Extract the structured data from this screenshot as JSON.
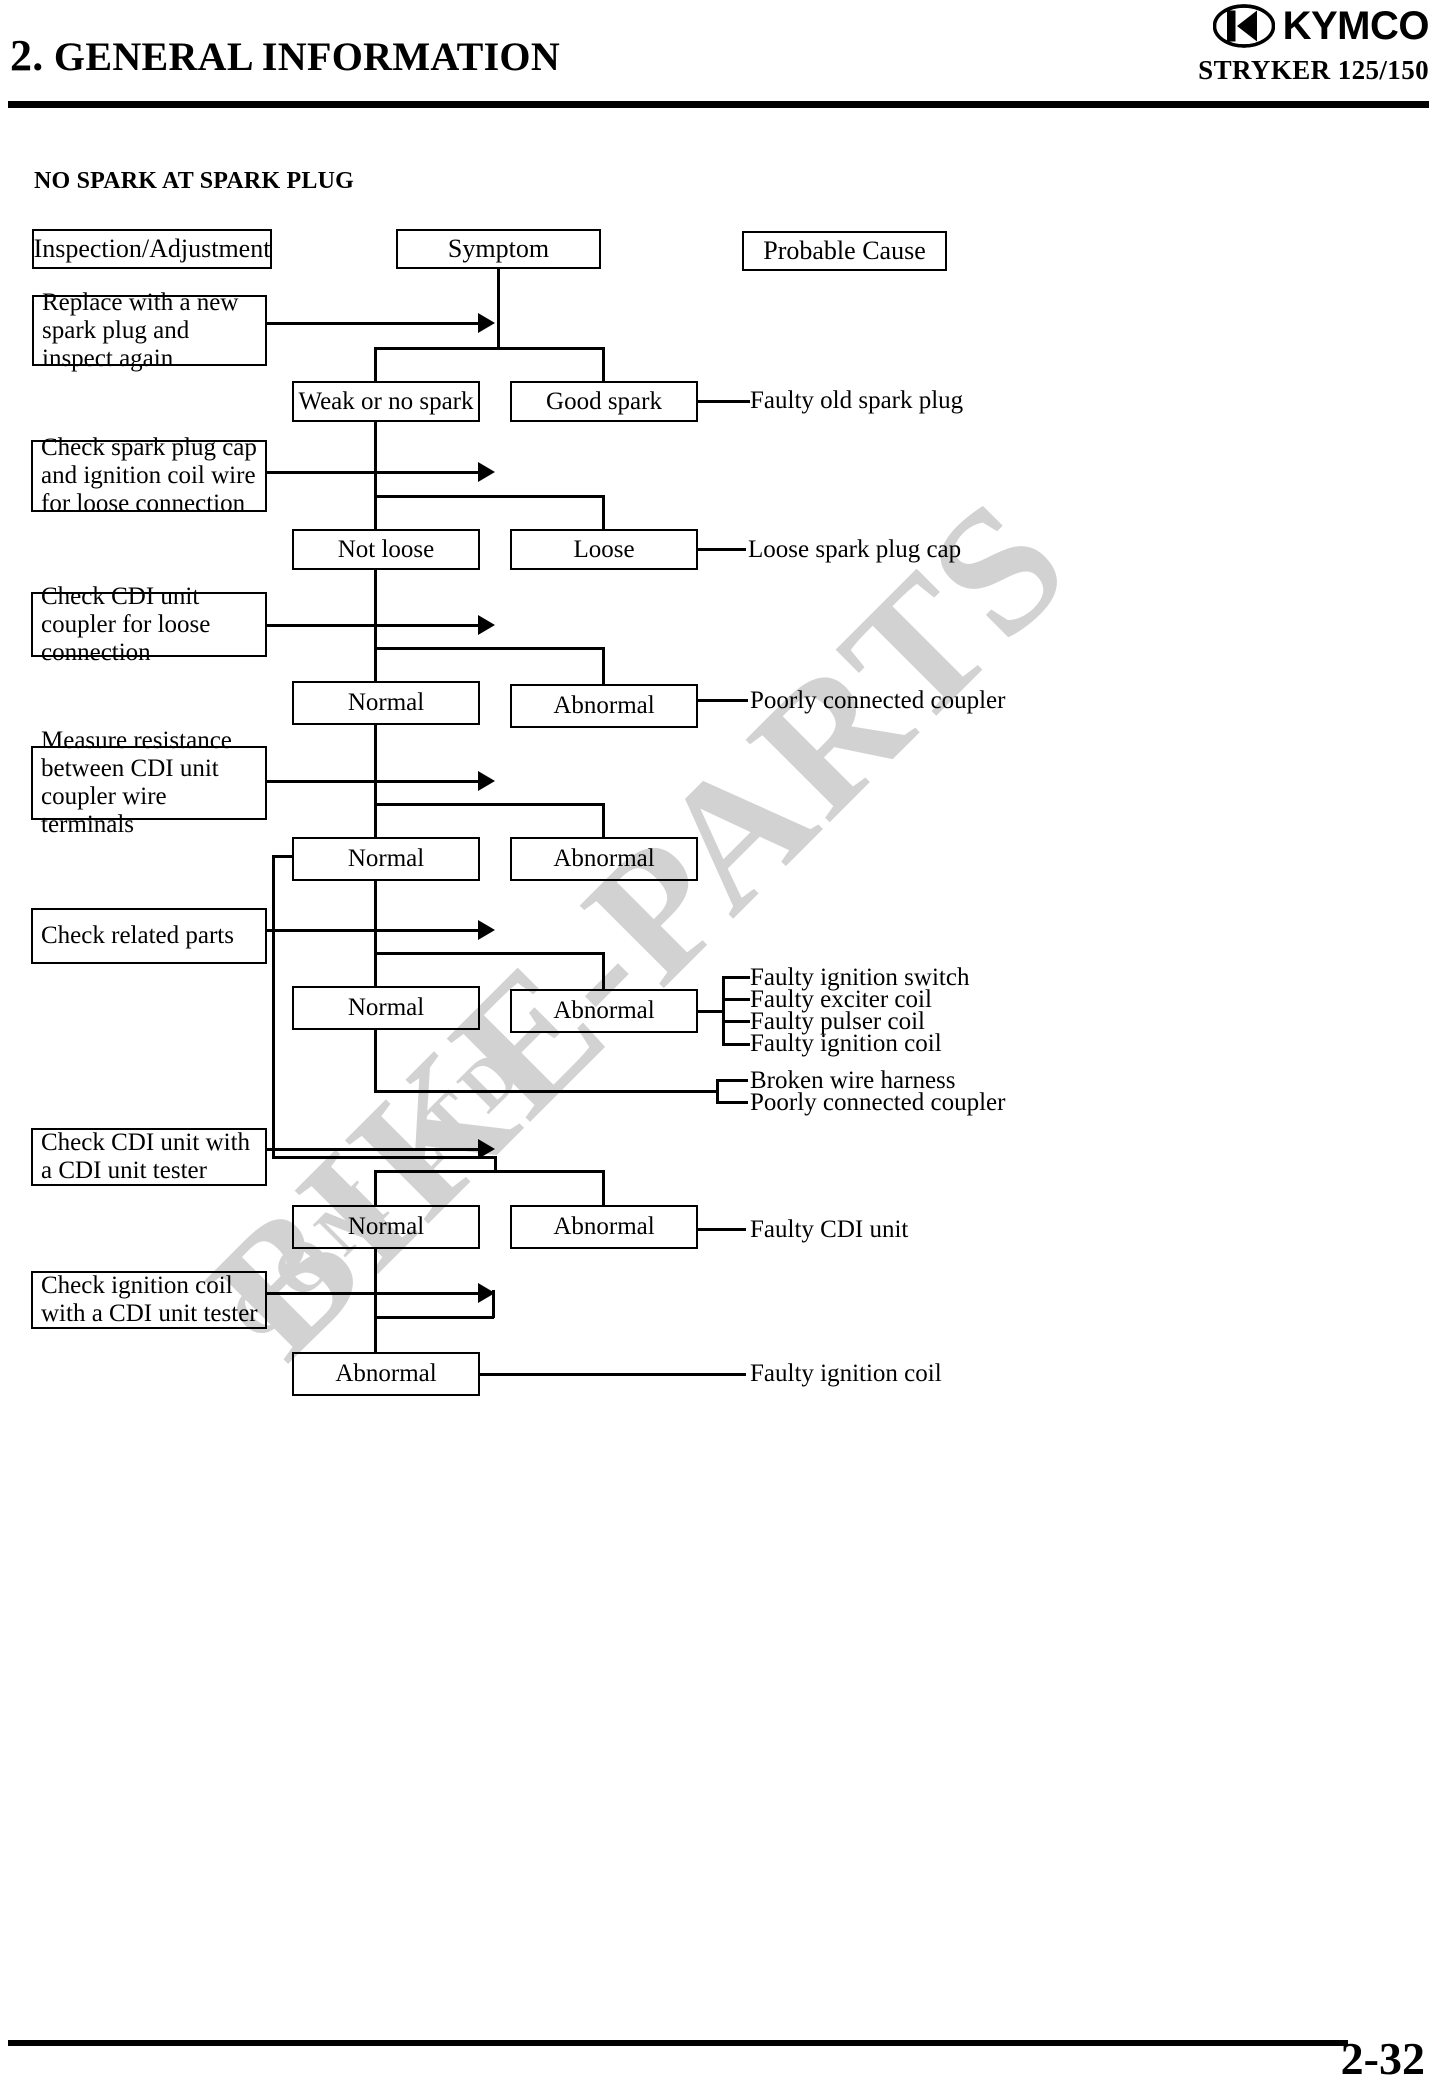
{
  "header": {
    "chapter_number": "2.",
    "chapter_title": "GENERAL INFORMATION",
    "model": "STRYKER 125/150",
    "brand": "KYMCO"
  },
  "footer": {
    "page_number": "2-32"
  },
  "section": {
    "title": "NO SPARK AT SPARK PLUG"
  },
  "watermark": {
    "line1": "BIKE-PARTS",
    "line2": "COM LTD"
  },
  "columns": {
    "inspection": "Inspection/Adjustment",
    "symptom": "Symptom",
    "cause": "Probable Cause"
  },
  "inspection_steps": [
    {
      "id": "step-1",
      "text": "Replace with a new spark plug and inspect again"
    },
    {
      "id": "step-2",
      "text": "Check spark plug cap and ignition coil wire for loose connection"
    },
    {
      "id": "step-3",
      "text": "Check CDI unit coupler for loose connection"
    },
    {
      "id": "step-4",
      "text": "Measure resistance between CDI unit coupler wire terminals"
    },
    {
      "id": "step-5",
      "text": "Check related parts"
    },
    {
      "id": "step-6",
      "text": "Check CDI unit with a CDI unit tester"
    },
    {
      "id": "step-7",
      "text": "Check ignition coil with a CDI unit tester"
    }
  ],
  "symptom_nodes": [
    {
      "id": "sym-1-left",
      "text": "Weak or no spark"
    },
    {
      "id": "sym-1-right",
      "text": "Good spark"
    },
    {
      "id": "sym-2-left",
      "text": "Not loose"
    },
    {
      "id": "sym-2-right",
      "text": "Loose"
    },
    {
      "id": "sym-3-left",
      "text": "Normal"
    },
    {
      "id": "sym-3-right",
      "text": "Abnormal"
    },
    {
      "id": "sym-4-left",
      "text": "Normal"
    },
    {
      "id": "sym-4-right",
      "text": "Abnormal"
    },
    {
      "id": "sym-5-left",
      "text": "Normal"
    },
    {
      "id": "sym-5-right",
      "text": "Abnormal"
    },
    {
      "id": "sym-6-left",
      "text": "Normal"
    },
    {
      "id": "sym-6-right",
      "text": "Abnormal"
    },
    {
      "id": "sym-7",
      "text": "Abnormal"
    }
  ],
  "probable_causes": [
    {
      "id": "cause-1",
      "text": "Faulty old spark plug"
    },
    {
      "id": "cause-2",
      "text": "Loose spark plug cap"
    },
    {
      "id": "cause-3",
      "text": "Poorly connected coupler"
    },
    {
      "id": "cause-4",
      "text": "Faulty ignition switch"
    },
    {
      "id": "cause-5",
      "text": "Faulty exciter coil"
    },
    {
      "id": "cause-6",
      "text": "Faulty pulser coil"
    },
    {
      "id": "cause-7",
      "text": "Faulty ignition coil"
    },
    {
      "id": "cause-8",
      "text": "Broken wire harness"
    },
    {
      "id": "cause-9",
      "text": "Poorly connected coupler"
    },
    {
      "id": "cause-10",
      "text": "Faulty CDI unit"
    },
    {
      "id": "cause-11",
      "text": "Faulty ignition coil"
    }
  ]
}
